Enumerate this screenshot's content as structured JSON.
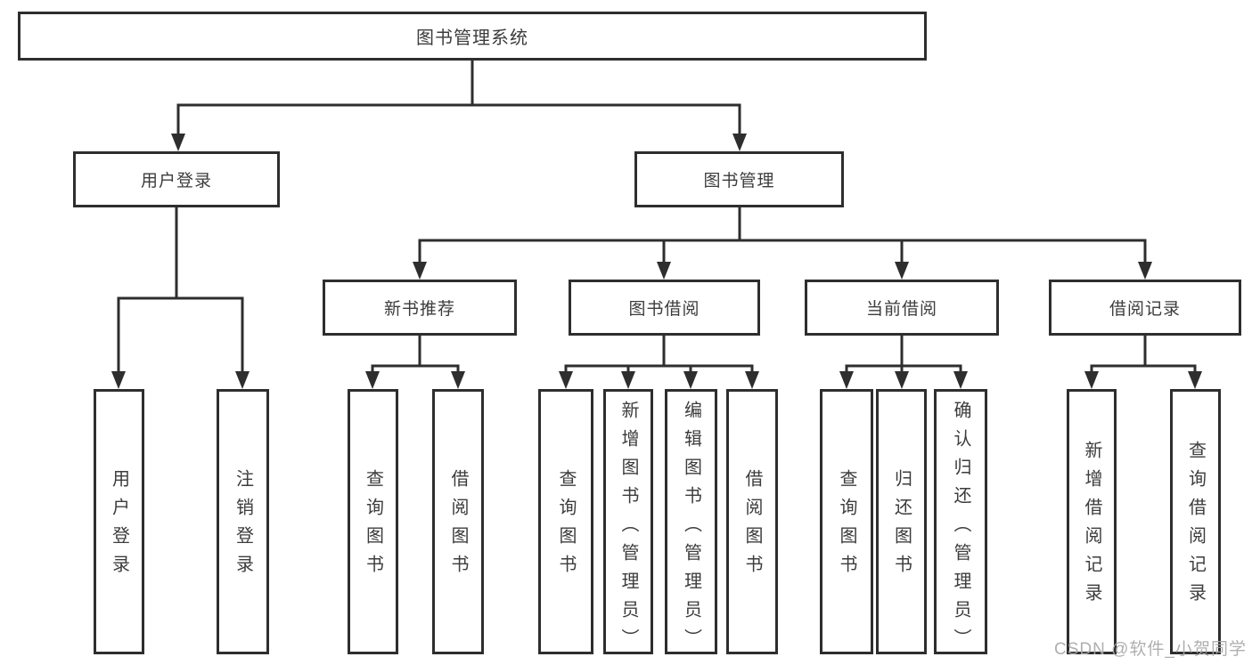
{
  "diagram_title": "图书管理系统",
  "tree": {
    "label": "图书管理系统",
    "children": [
      {
        "label": "用户登录",
        "children": [
          {
            "label": "用户登录"
          },
          {
            "label": "注销登录"
          }
        ]
      },
      {
        "label": "图书管理",
        "children": [
          {
            "label": "新书推荐",
            "children": [
              {
                "label": "查询图书"
              },
              {
                "label": "借阅图书"
              }
            ]
          },
          {
            "label": "图书借阅",
            "children": [
              {
                "label": "查询图书"
              },
              {
                "label": "新增图书（管理员）"
              },
              {
                "label": "编辑图书（管理员）"
              },
              {
                "label": "借阅图书"
              }
            ]
          },
          {
            "label": "当前借阅",
            "children": [
              {
                "label": "查询图书"
              },
              {
                "label": "归还图书"
              },
              {
                "label": "确认归还（管理员）"
              }
            ]
          },
          {
            "label": "借阅记录",
            "children": [
              {
                "label": "新增借阅记录"
              },
              {
                "label": "查询借阅记录"
              }
            ]
          }
        ]
      }
    ]
  },
  "watermark": {
    "text": "CSDN @软件_小贺同学"
  },
  "colors": {
    "line": "#2e2e2e",
    "box_border": "#2e2e2e",
    "text": "#3c3c3c",
    "watermark": "#a8a8a8",
    "background": "#ffffff"
  }
}
